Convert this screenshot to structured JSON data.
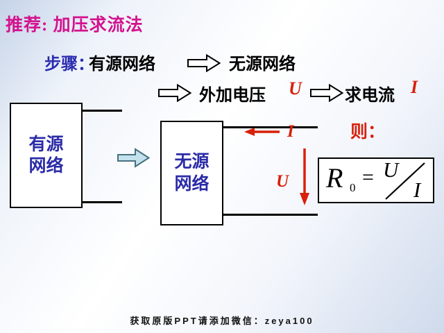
{
  "title": "推荐: 加压求流法",
  "flow": {
    "step_label": "步骤：",
    "source_network": "有源网络",
    "passive_network": "无源网络",
    "apply_voltage": "外加电压",
    "voltage_symbol": "U",
    "find_current": "求电流",
    "current_symbol": "I"
  },
  "diagram": {
    "active_box": [
      "有源",
      "网络"
    ],
    "passive_box": [
      "无源",
      "网络"
    ],
    "current_label": "I",
    "voltage_label": "U",
    "then_label": "则："
  },
  "formula": {
    "r": "R",
    "subscript": "0",
    "equals": "=",
    "numerator": "U",
    "denominator": "I"
  },
  "footer": "获取原版PPT请添加微信：zeya100",
  "colors": {
    "title_magenta": "#d4128e",
    "step_blue": "#2b2bb0",
    "box_text_blue": "#2b2ba8",
    "accent_red": "#d8200a",
    "cyan_arrow_fill": "#c3e2ee",
    "cyan_arrow_stroke": "#47707f",
    "background_blue": "#c6d3e8"
  }
}
